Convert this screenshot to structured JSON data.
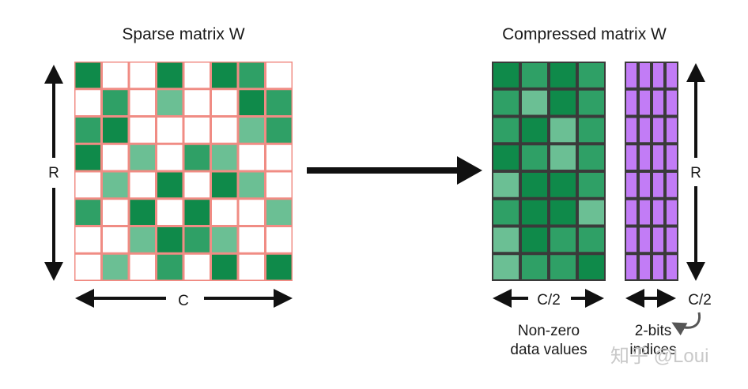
{
  "sparse_title": "Sparse matrix W",
  "compressed_title": "Compressed matrix W",
  "sparse_row_label": "R",
  "sparse_col_label": "C",
  "values_row_label": "R",
  "values_col_label": "C/2",
  "indices_col_label": "C/2",
  "values_caption_line1": "Non-zero",
  "values_caption_line2": "data values",
  "indices_caption_line1": "2-bits",
  "indices_caption_line2": "indices",
  "watermark": "知乎 @Loui",
  "colors": {
    "dark": "#0f8a4a",
    "mid": "#2fa066",
    "light": "#6bbf94",
    "empty": "#ffffff",
    "sparse_border": "#f08c84",
    "compressed_border": "#3a3a3a",
    "index": "#c27cf6",
    "arrow": "#111111"
  },
  "sparse_matrix": [
    [
      "D",
      "0",
      "0",
      "D",
      "0",
      "D",
      "M",
      "0"
    ],
    [
      "0",
      "M",
      "0",
      "L",
      "0",
      "0",
      "D",
      "M"
    ],
    [
      "M",
      "D",
      "0",
      "0",
      "0",
      "0",
      "L",
      "M"
    ],
    [
      "D",
      "0",
      "L",
      "0",
      "M",
      "L",
      "0",
      "0"
    ],
    [
      "0",
      "L",
      "0",
      "D",
      "0",
      "D",
      "L",
      "0"
    ],
    [
      "M",
      "0",
      "D",
      "0",
      "D",
      "0",
      "0",
      "L"
    ],
    [
      "0",
      "0",
      "L",
      "D",
      "M",
      "L",
      "0",
      "0"
    ],
    [
      "0",
      "L",
      "0",
      "M",
      "0",
      "D",
      "0",
      "D"
    ]
  ],
  "values_matrix": [
    [
      "D",
      "M",
      "D",
      "M"
    ],
    [
      "M",
      "L",
      "D",
      "M"
    ],
    [
      "M",
      "D",
      "L",
      "M"
    ],
    [
      "D",
      "M",
      "L",
      "M"
    ],
    [
      "L",
      "D",
      "D",
      "M"
    ],
    [
      "M",
      "D",
      "D",
      "L"
    ],
    [
      "L",
      "D",
      "M",
      "M"
    ],
    [
      "L",
      "M",
      "M",
      "D"
    ]
  ]
}
